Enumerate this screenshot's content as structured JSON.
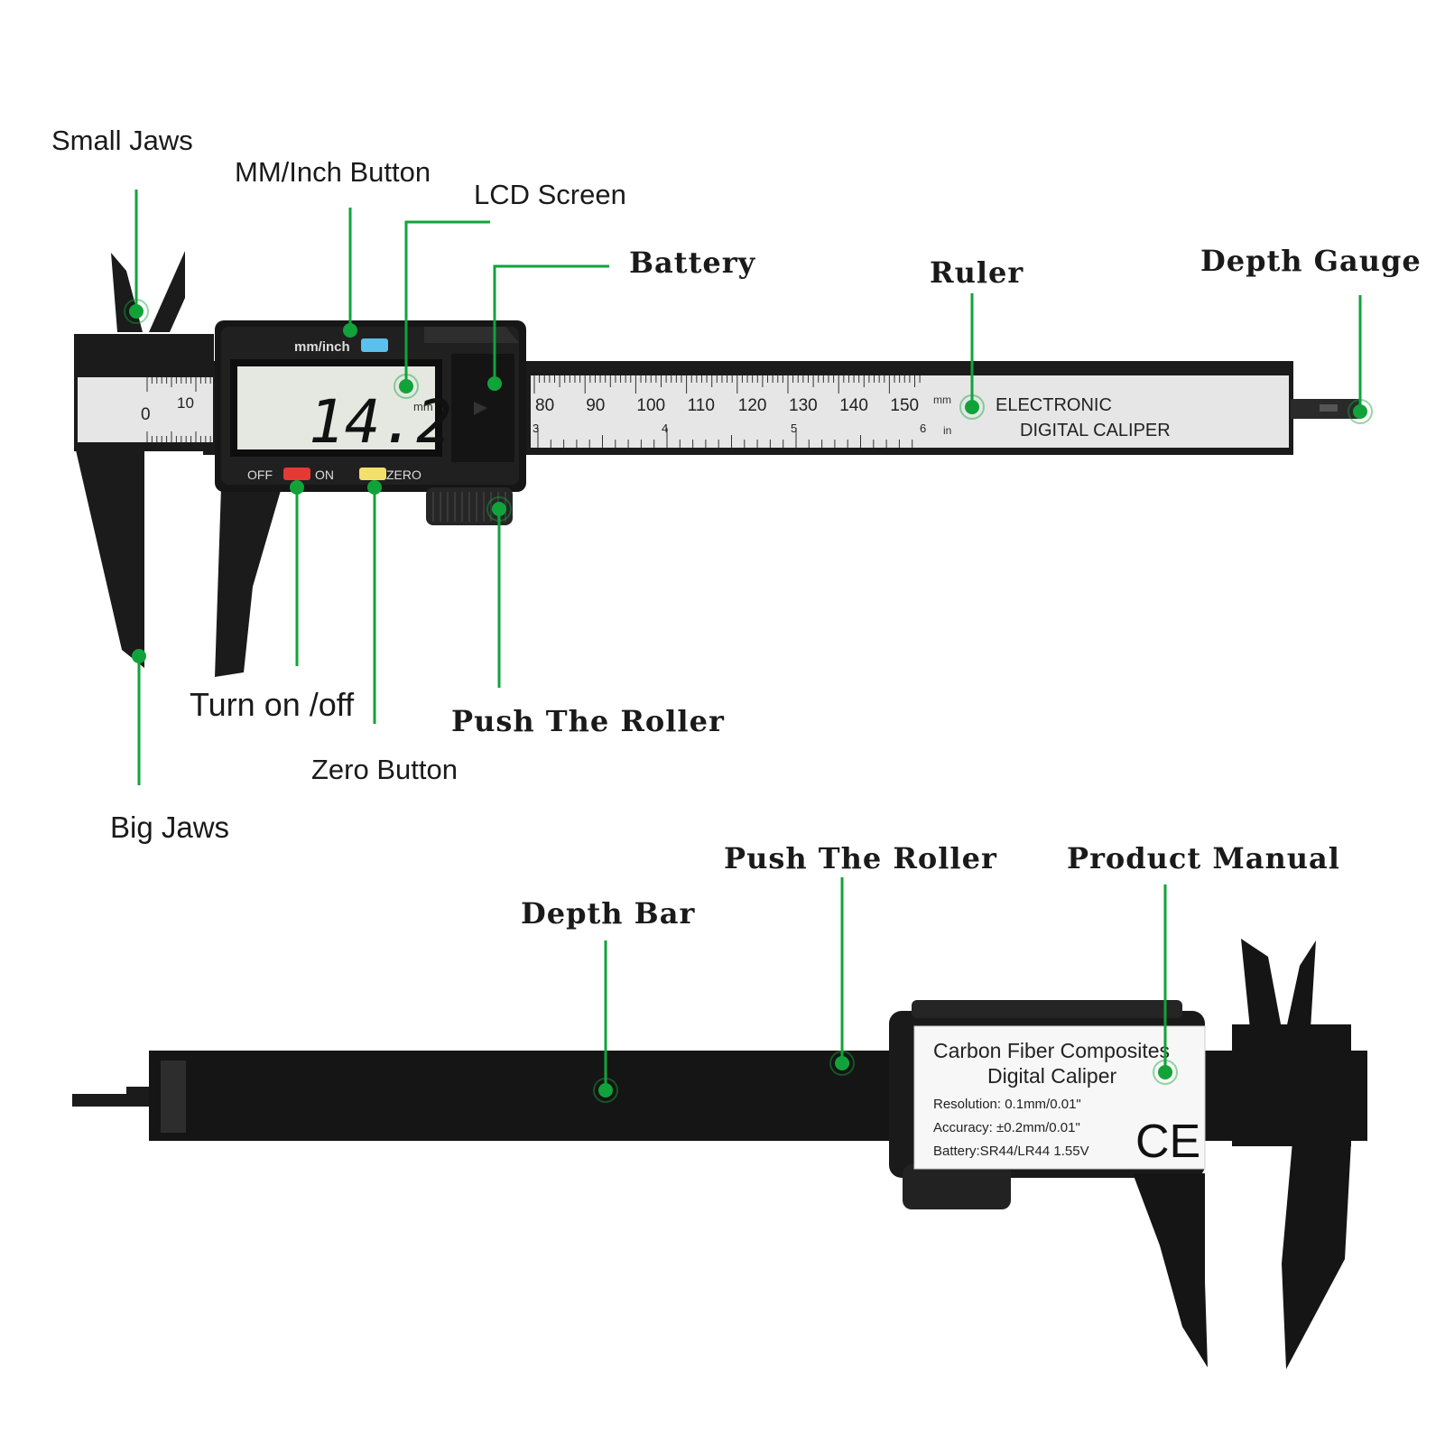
{
  "callouts": {
    "small_jaws": "Small Jaws",
    "mm_inch_button": "MM/Inch Button",
    "lcd_screen": "LCD Screen",
    "battery": "Battery",
    "ruler": "Ruler",
    "depth_gauge": "Depth Gauge",
    "turn_on_off": "Turn on /off",
    "push_roller_top": "Push The Roller",
    "zero_button": "Zero Button",
    "big_jaws": "Big Jaws",
    "push_roller_bottom": "Push The Roller",
    "product_manual": "Product Manual",
    "depth_bar": "Depth Bar"
  },
  "caliper_top": {
    "button_mm_inch": "mm/inch",
    "display_value": "14.2",
    "display_unit": "mm",
    "off": "OFF",
    "on": "ON",
    "zero": "ZERO",
    "scale_unit_mm": "mm",
    "scale_unit_in": "in",
    "brand_line1": "ELECTRONIC",
    "brand_line2": "DIGITAL CALIPER",
    "mm_labels_left": [
      "0",
      "10"
    ],
    "mm_labels_right": [
      "80",
      "90",
      "100",
      "110",
      "120",
      "130",
      "140",
      "150"
    ],
    "inch_labels": [
      "3",
      "4",
      "5",
      "6"
    ]
  },
  "caliper_bottom": {
    "label_line1": "Carbon Fiber Composites",
    "label_line2": "Digital Caliper",
    "resolution": "Resolution: 0.1mm/0.01\"",
    "accuracy": "Accuracy: ±0.2mm/0.01\"",
    "battery": "Battery:SR44/LR44 1.55V",
    "cert_mark": "CE"
  },
  "colors": {
    "callout_green": "#11a33a",
    "body_black": "#1b1b1b",
    "scale_silver": "#e6e6e6",
    "lcd": "#e4e8e1",
    "btn_blue": "#5bc0eb",
    "btn_red": "#e53935",
    "btn_yellow": "#f3df6c"
  }
}
